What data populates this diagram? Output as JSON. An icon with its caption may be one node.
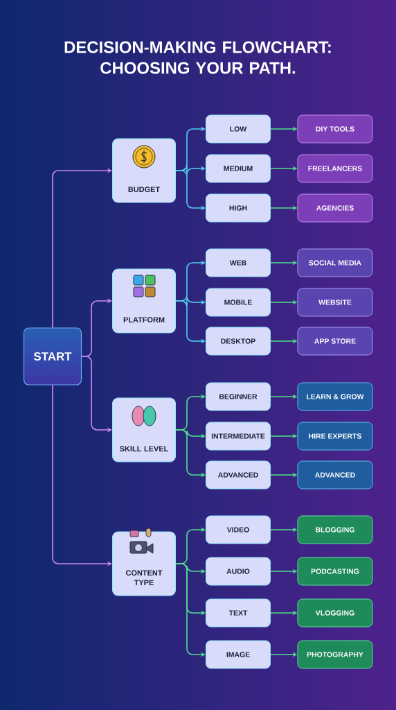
{
  "diagram": {
    "title": "DECISION-MAKING FLOWCHART: CHOOSING YOUR PATH.",
    "nodes": [
      {
        "text": [
          "START"
        ]
      },
      {
        "text": [
          "BUDGET"
        ]
      },
      {
        "text": [
          "LOW"
        ]
      },
      {
        "text": [
          "DIY TOOLS"
        ]
      },
      {
        "text": [
          "MEDIUM"
        ]
      },
      {
        "text": [
          "FREELANCERS"
        ]
      },
      {
        "text": [
          "HIGH"
        ]
      },
      {
        "text": [
          "AGENCIES"
        ]
      },
      {
        "text": [
          "PLATFORM"
        ]
      },
      {
        "text": [
          "WEB"
        ]
      },
      {
        "text": [
          "SOCIAL MEDIA"
        ]
      },
      {
        "text": [
          "MOBILE"
        ]
      },
      {
        "text": [
          "WEBSITE"
        ]
      },
      {
        "text": [
          "DESKTOP"
        ]
      },
      {
        "text": [
          "APP STORE"
        ]
      },
      {
        "text": [
          "SKILL LEVEL"
        ]
      },
      {
        "text": [
          "BEGINNER"
        ]
      },
      {
        "text": [
          "LEARN & GROW"
        ]
      },
      {
        "text": [
          "INTERMEDIATE"
        ]
      },
      {
        "text": [
          "HIRE EXPERTS"
        ]
      },
      {
        "text": [
          "ADVANCED"
        ]
      },
      {
        "text": [
          "ADVANCED"
        ]
      },
      {
        "text": [
          "CONTENT TYPE"
        ]
      },
      {
        "text": [
          "VIDEO"
        ]
      },
      {
        "text": [
          "BLOGGING"
        ]
      },
      {
        "text": [
          "AUDIO"
        ]
      },
      {
        "text": [
          "PODCASTING"
        ]
      },
      {
        "text": [
          "TEXT"
        ]
      },
      {
        "text": [
          "VLOGGING"
        ]
      },
      {
        "text": [
          "IMAGE"
        ]
      },
      {
        "text": [
          "PHOTOGRAPHY"
        ]
      }
    ],
    "edges": [
      {
        "from": 0,
        "to": 1,
        "arrow": "to",
        "color": "#d08cf0"
      },
      {
        "from": 0,
        "to": 8,
        "arrow": "to",
        "color": "#d08cf0"
      },
      {
        "from": 0,
        "to": 15,
        "arrow": "to",
        "color": "#d08cf0"
      },
      {
        "from": 0,
        "to": 22,
        "arrow": "to",
        "color": "#d08cf0"
      },
      {
        "from": 1,
        "to": 2,
        "arrow": "to",
        "color": "#4fd0f0"
      },
      {
        "from": 1,
        "to": 4,
        "arrow": "to",
        "color": "#4fd0f0"
      },
      {
        "from": 1,
        "to": 6,
        "arrow": "to",
        "color": "#4fd0f0"
      },
      {
        "from": 2,
        "to": 3,
        "arrow": "to"
      },
      {
        "from": 4,
        "to": 5,
        "arrow": "to"
      },
      {
        "from": 6,
        "to": 7,
        "arrow": "to"
      },
      {
        "from": 8,
        "to": 9,
        "arrow": "to",
        "color": "#4fd0f0"
      },
      {
        "from": 8,
        "to": 11,
        "arrow": "to",
        "color": "#4fd0f0"
      },
      {
        "from": 8,
        "to": 13,
        "arrow": "to",
        "color": "#4fd0f0"
      },
      {
        "from": 9,
        "to": 10,
        "arrow": "to"
      },
      {
        "from": 11,
        "to": 12,
        "arrow": "to"
      },
      {
        "from": 13,
        "to": 14,
        "arrow": "to"
      },
      {
        "from": 15,
        "to": 16,
        "arrow": "to"
      },
      {
        "from": 15,
        "to": 18,
        "arrow": "to"
      },
      {
        "from": 15,
        "to": 20,
        "arrow": "to"
      },
      {
        "from": 16,
        "to": 17,
        "arrow": "to"
      },
      {
        "from": 18,
        "to": 19,
        "arrow": "to"
      },
      {
        "from": 20,
        "to": 21,
        "arrow": "to"
      },
      {
        "from": 22,
        "to": 23,
        "arrow": "to"
      },
      {
        "from": 22,
        "to": 25,
        "arrow": "to"
      },
      {
        "from": 22,
        "to": 27,
        "arrow": "to"
      },
      {
        "from": 22,
        "to": 29,
        "arrow": "to"
      },
      {
        "from": 23,
        "to": 24,
        "arrow": "to"
      },
      {
        "from": 25,
        "to": 26,
        "arrow": "to"
      },
      {
        "from": 27,
        "to": 28,
        "arrow": "to"
      },
      {
        "from": 29,
        "to": 30,
        "arrow": "to"
      }
    ]
  }
}
